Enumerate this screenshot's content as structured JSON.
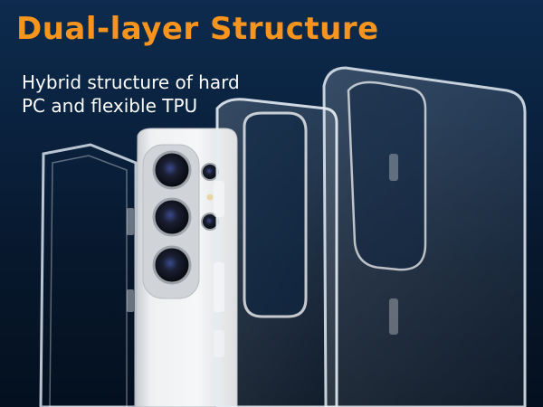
{
  "headline": "Dual-layer Structure",
  "subline": {
    "line1": "Hybrid structure of hard",
    "line2": "PC and flexible TPU"
  },
  "colors": {
    "headline": "#f7941d",
    "subline": "#ffffff",
    "background_top": "#0d2b4e",
    "background_bottom": "#04101f"
  }
}
